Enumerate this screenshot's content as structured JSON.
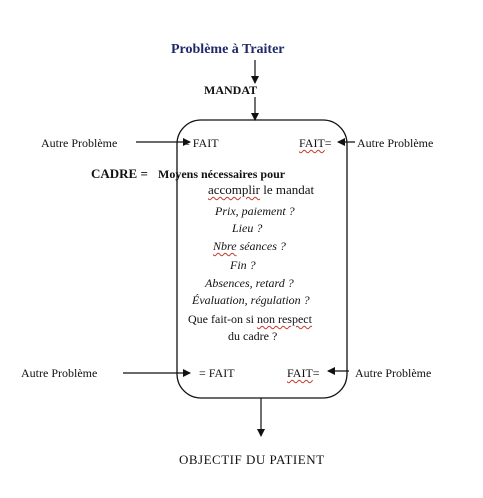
{
  "title": "Problème à Traiter",
  "mandat": "MANDAT",
  "left_top_label": "Autre Problème",
  "left_top_fait": "= FAIT",
  "right_top_fait": "FAIT",
  "right_top_eq": "=",
  "right_top_label": "Autre Problème",
  "cadre_label": "CADRE =",
  "cadre_items": {
    "means_1": "Moyens nécessaires pour",
    "means_2a": "accomplir",
    "means_2b": " le mandat",
    "prix": "Prix, paiement ?",
    "lieu": "Lieu ?",
    "nbre_a": "Nbre",
    "nbre_b": " séances ?",
    "fin": "Fin ?",
    "absences": "Absences, retard ?",
    "evaluation": "Évaluation, régulation ?",
    "que_a": "Que fait-on si ",
    "que_b": "non respect",
    "que_c": "du cadre ?"
  },
  "left_bottom_label": "Autre Problème",
  "left_bottom_fait": "= FAIT",
  "right_bottom_fait": "FAIT",
  "right_bottom_eq": "=",
  "right_bottom_label": "Autre Problème",
  "objectif": "OBJECTIF DU PATIENT"
}
